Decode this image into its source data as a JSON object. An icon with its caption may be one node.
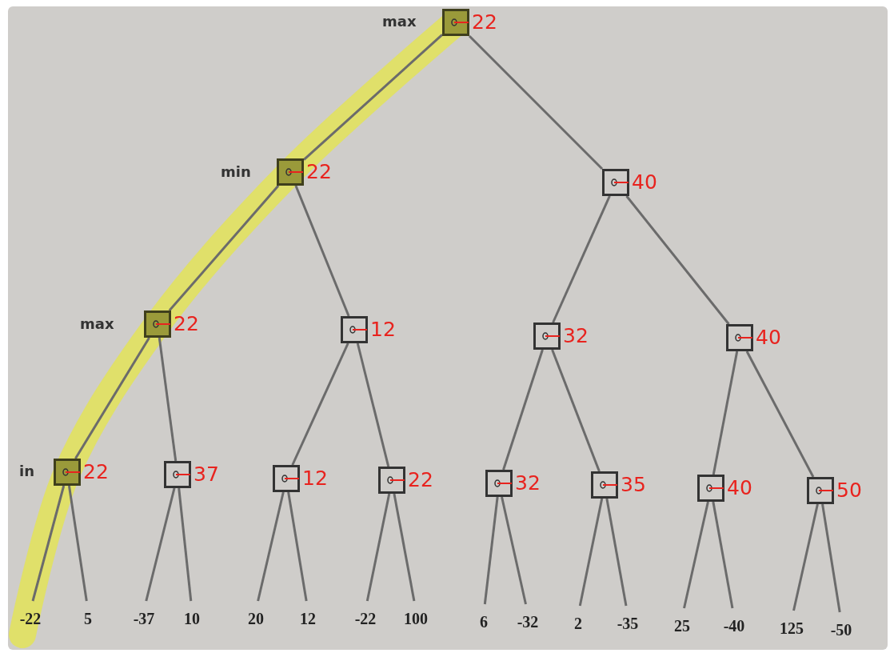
{
  "diagram": {
    "nodes": [
      {
        "text": [],
        "shape": "box",
        "beside": [
          "22"
        ]
      },
      {
        "text": [],
        "shape": "box",
        "beside": [
          "22"
        ]
      },
      {
        "text": [],
        "shape": "box",
        "beside": [
          "40"
        ]
      },
      {
        "text": [],
        "shape": "box",
        "beside": [
          "22"
        ]
      },
      {
        "text": [],
        "shape": "box",
        "beside": [
          "12"
        ]
      },
      {
        "text": [],
        "shape": "box",
        "beside": [
          "32"
        ]
      },
      {
        "text": [],
        "shape": "box",
        "beside": [
          "40"
        ]
      },
      {
        "text": [],
        "shape": "box",
        "beside": [
          "22"
        ]
      },
      {
        "text": [],
        "shape": "box",
        "beside": [
          "37"
        ]
      },
      {
        "text": [],
        "shape": "box",
        "beside": [
          "12"
        ]
      },
      {
        "text": [],
        "shape": "box",
        "beside": [
          "22"
        ]
      },
      {
        "text": [],
        "shape": "box",
        "beside": [
          "32"
        ]
      },
      {
        "text": [],
        "shape": "box",
        "beside": [
          "35"
        ]
      },
      {
        "text": [],
        "shape": "box",
        "beside": [
          "40"
        ]
      },
      {
        "text": [],
        "shape": "box",
        "beside": [
          "50"
        ]
      },
      {
        "text": [
          "-22"
        ]
      },
      {
        "text": [
          "5"
        ]
      },
      {
        "text": [
          "-37"
        ]
      },
      {
        "text": [
          "10"
        ]
      },
      {
        "text": [
          "20"
        ]
      },
      {
        "text": [
          "12"
        ]
      },
      {
        "text": [
          "-22"
        ]
      },
      {
        "text": [
          "100"
        ]
      },
      {
        "text": [
          "6"
        ]
      },
      {
        "text": [
          "-32"
        ]
      },
      {
        "text": [
          "2"
        ]
      },
      {
        "text": [
          "-35"
        ]
      },
      {
        "text": [
          "25"
        ]
      },
      {
        "text": [
          "-40"
        ]
      },
      {
        "text": [
          "125"
        ]
      },
      {
        "text": [
          "-50"
        ]
      }
    ],
    "edges": [
      {
        "from": 0,
        "to": 1,
        "arrow": "none"
      },
      {
        "from": 0,
        "to": 2,
        "arrow": "none"
      },
      {
        "from": 1,
        "to": 3,
        "arrow": "none"
      },
      {
        "from": 1,
        "to": 4,
        "arrow": "none"
      },
      {
        "from": 2,
        "to": 5,
        "arrow": "none"
      },
      {
        "from": 2,
        "to": 6,
        "arrow": "none"
      },
      {
        "from": 3,
        "to": 7,
        "arrow": "none"
      },
      {
        "from": 3,
        "to": 8,
        "arrow": "none"
      },
      {
        "from": 4,
        "to": 9,
        "arrow": "none"
      },
      {
        "from": 4,
        "to": 10,
        "arrow": "none"
      },
      {
        "from": 5,
        "to": 11,
        "arrow": "none"
      },
      {
        "from": 5,
        "to": 12,
        "arrow": "none"
      },
      {
        "from": 6,
        "to": 13,
        "arrow": "none"
      },
      {
        "from": 6,
        "to": 14,
        "arrow": "none"
      },
      {
        "from": 7,
        "to": 15,
        "arrow": "none"
      },
      {
        "from": 7,
        "to": 16,
        "arrow": "none"
      },
      {
        "from": 8,
        "to": 17,
        "arrow": "none"
      },
      {
        "from": 8,
        "to": 18,
        "arrow": "none"
      },
      {
        "from": 9,
        "to": 19,
        "arrow": "none"
      },
      {
        "from": 9,
        "to": 20,
        "arrow": "none"
      },
      {
        "from": 10,
        "to": 21,
        "arrow": "none"
      },
      {
        "from": 10,
        "to": 22,
        "arrow": "none"
      },
      {
        "from": 11,
        "to": 23,
        "arrow": "none"
      },
      {
        "from": 11,
        "to": 24,
        "arrow": "none"
      },
      {
        "from": 12,
        "to": 25,
        "arrow": "none"
      },
      {
        "from": 12,
        "to": 26,
        "arrow": "none"
      },
      {
        "from": 13,
        "to": 27,
        "arrow": "none"
      },
      {
        "from": 13,
        "to": 28,
        "arrow": "none"
      },
      {
        "from": 14,
        "to": 29,
        "arrow": "none"
      },
      {
        "from": 14,
        "to": 30,
        "arrow": "none"
      }
    ],
    "labels": [
      "max",
      "min",
      "max",
      "in"
    ]
  }
}
